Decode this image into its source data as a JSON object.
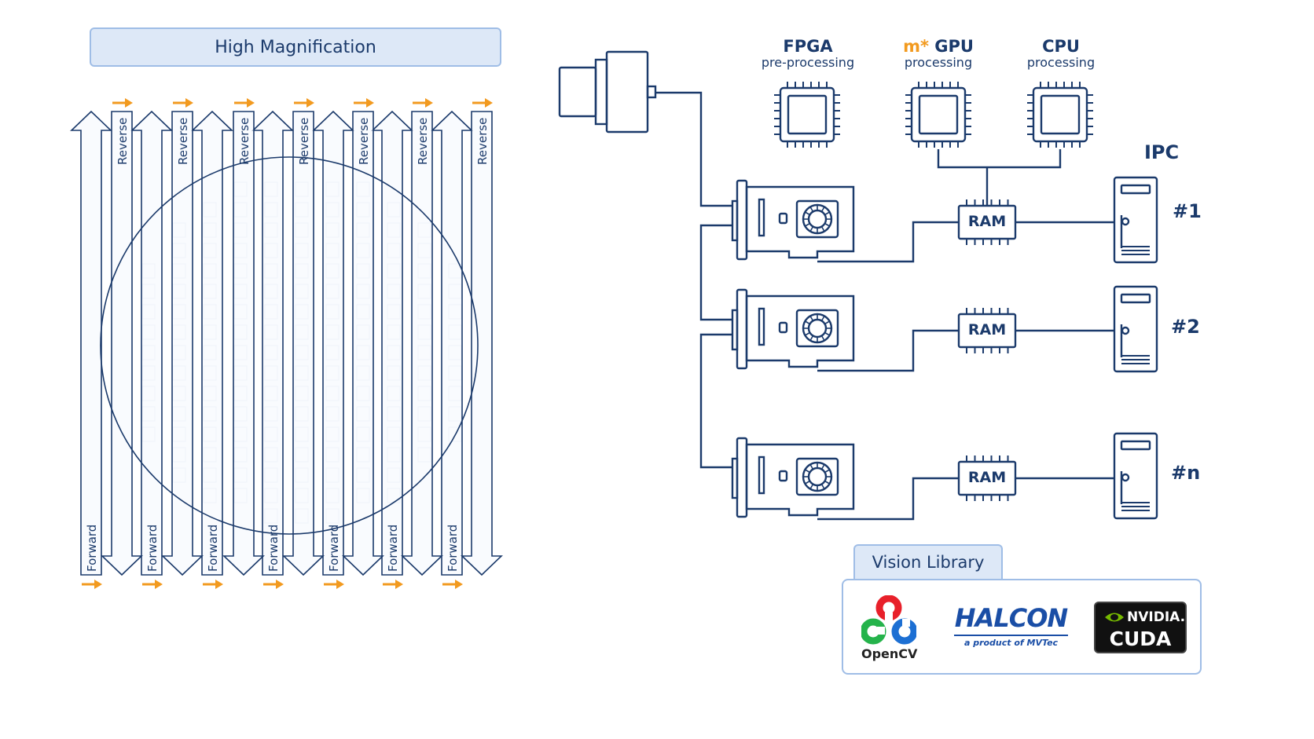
{
  "scan_panel": {
    "title": "High Magnification",
    "forward_label": "Forward",
    "reverse_label": "Reverse",
    "accent_color": "#f29a1f",
    "line_color": "#1b3a6b"
  },
  "processors": [
    {
      "name": "FPGA",
      "prefix": "",
      "subtitle": "pre-processing"
    },
    {
      "name": "GPU",
      "prefix": "m*",
      "subtitle": "processing"
    },
    {
      "name": "CPU",
      "prefix": "",
      "subtitle": "processing"
    }
  ],
  "ipc": {
    "title": "IPC",
    "units": [
      {
        "label": "#1",
        "ram": "RAM"
      },
      {
        "label": "#2",
        "ram": "RAM"
      },
      {
        "label": "#n",
        "ram": "RAM"
      }
    ]
  },
  "vision_library": {
    "title": "Vision Library",
    "opencv": "OpenCV",
    "halcon": "HALCON",
    "halcon_sub": "a product of MVTec",
    "nvidia": "NVIDIA.",
    "cuda": "CUDA"
  }
}
